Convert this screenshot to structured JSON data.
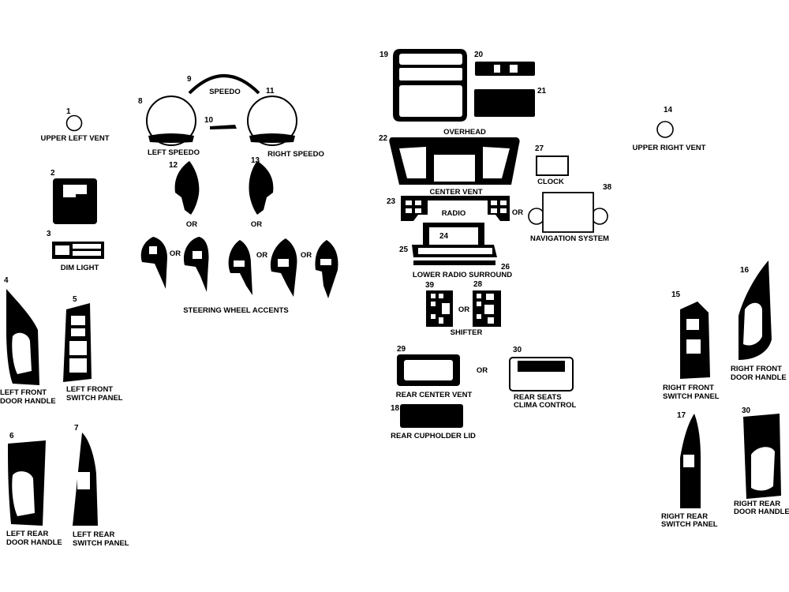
{
  "colors": {
    "fill": "#000000",
    "background": "#ffffff"
  },
  "parts": [
    {
      "key": "upper_left_vent",
      "number": "1",
      "label": [
        "UPPER LEFT VENT"
      ]
    },
    {
      "key": "dim_light_block",
      "number": "2",
      "label": []
    },
    {
      "key": "dim_light",
      "number": "3",
      "label": [
        "DIM LIGHT"
      ]
    },
    {
      "key": "left_front_door_handle",
      "number": "4",
      "label": [
        "LEFT FRONT",
        "DOOR HANDLE"
      ]
    },
    {
      "key": "left_front_switch_panel",
      "number": "5",
      "label": [
        "LEFT FRONT",
        "SWITCH PANEL"
      ]
    },
    {
      "key": "left_rear_door_handle",
      "number": "6",
      "label": [
        "LEFT REAR",
        "DOOR HANDLE"
      ]
    },
    {
      "key": "left_rear_switch_panel",
      "number": "7",
      "label": [
        "LEFT REAR",
        "SWITCH PANEL"
      ]
    },
    {
      "key": "left_speedo",
      "number": "8",
      "label": [
        "LEFT SPEEDO"
      ]
    },
    {
      "key": "speedo",
      "number": "9",
      "label": [
        "SPEEDO"
      ]
    },
    {
      "key": "speedo_center",
      "number": "10",
      "label": []
    },
    {
      "key": "right_speedo",
      "number": "11",
      "label": [
        "RIGHT SPEEDO"
      ]
    },
    {
      "key": "steering_left",
      "number": "12",
      "label": []
    },
    {
      "key": "steering_right",
      "number": "13",
      "label": []
    },
    {
      "key": "steering_wheel_accents",
      "number": "",
      "label": [
        "STEERING WHEEL ACCENTS"
      ]
    },
    {
      "key": "upper_right_vent",
      "number": "14",
      "label": [
        "UPPER RIGHT VENT"
      ]
    },
    {
      "key": "right_front_switch_panel",
      "number": "15",
      "label": [
        "RIGHT FRONT",
        "SWITCH PANEL"
      ]
    },
    {
      "key": "right_front_door_handle",
      "number": "16",
      "label": [
        "RIGHT FRONT",
        "DOOR HANDLE"
      ]
    },
    {
      "key": "right_rear_switch_panel",
      "number": "17",
      "label": [
        "RIGHT REAR",
        "SWITCH PANEL"
      ]
    },
    {
      "key": "rear_cupholder_lid",
      "number": "18",
      "label": [
        "REAR CUPHOLDER LID"
      ]
    },
    {
      "key": "overhead",
      "number": "19",
      "label": [
        "OVERHEAD"
      ]
    },
    {
      "key": "overhead_20",
      "number": "20",
      "label": []
    },
    {
      "key": "overhead_21",
      "number": "21",
      "label": []
    },
    {
      "key": "center_vent",
      "number": "22",
      "label": [
        "CENTER VENT"
      ]
    },
    {
      "key": "radio",
      "number": "23",
      "label": [
        "RADIO"
      ]
    },
    {
      "key": "radio_24",
      "number": "24",
      "label": []
    },
    {
      "key": "lower_radio_surround",
      "number": "25",
      "label": [
        "LOWER RADIO SURROUND"
      ]
    },
    {
      "key": "lower_radio_26",
      "number": "26",
      "label": []
    },
    {
      "key": "clock",
      "number": "27",
      "label": [
        "CLOCK"
      ]
    },
    {
      "key": "shifter_28",
      "number": "28",
      "label": []
    },
    {
      "key": "rear_center_vent",
      "number": "29",
      "label": [
        "REAR CENTER VENT"
      ]
    },
    {
      "key": "rear_seats_clima",
      "number": "30",
      "label": [
        "REAR SEATS",
        "CLIMA CONTROL"
      ]
    },
    {
      "key": "right_rear_door_handle",
      "number": "30",
      "label": [
        "RIGHT REAR",
        "DOOR HANDLE"
      ]
    },
    {
      "key": "navigation_system",
      "number": "38",
      "label": [
        "NAVIGATION SYSTEM"
      ]
    },
    {
      "key": "shifter_39",
      "number": "39",
      "label": []
    },
    {
      "key": "shifter",
      "number": "",
      "label": [
        "SHIFTER"
      ]
    }
  ],
  "or_text": "OR"
}
